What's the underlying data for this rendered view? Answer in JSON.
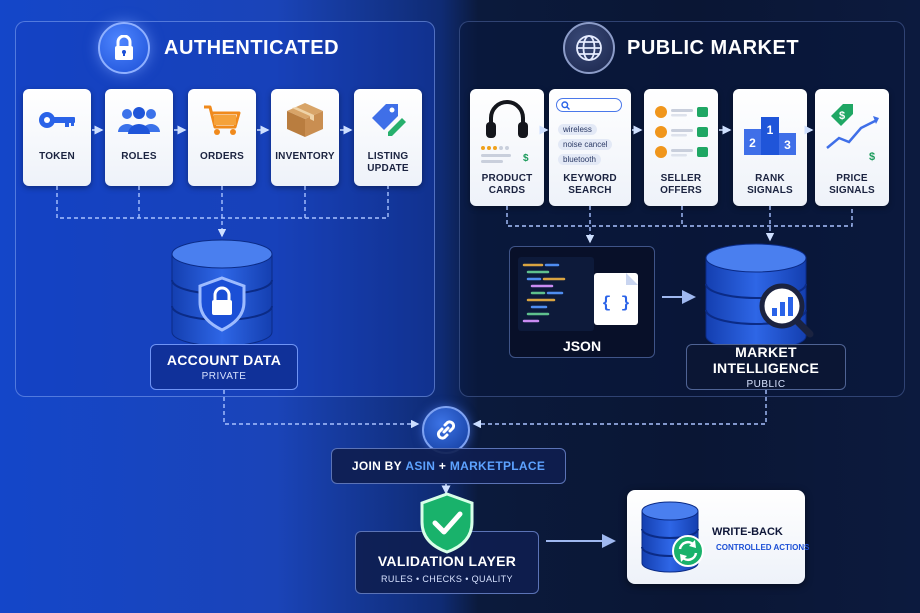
{
  "authenticated": {
    "title": "AUTHENTICATED",
    "steps": [
      {
        "label": "TOKEN",
        "icon": "key-icon"
      },
      {
        "label": "ROLES",
        "icon": "users-icon"
      },
      {
        "label": "ORDERS",
        "icon": "cart-icon"
      },
      {
        "label": "INVENTORY",
        "icon": "box-icon"
      },
      {
        "label": "LISTING\nUPDATE",
        "icon": "tag-edit-icon"
      }
    ],
    "store": {
      "title": "ACCOUNT DATA",
      "subtitle": "PRIVATE"
    }
  },
  "public_market": {
    "title": "PUBLIC MARKET",
    "sources": [
      {
        "label": "PRODUCT\nCARDS",
        "icon": "headphones-icon"
      },
      {
        "label": "KEYWORD\nSEARCH",
        "icon": "search-icon"
      },
      {
        "label": "SELLER\nOFFERS",
        "icon": "offers-list-icon"
      },
      {
        "label": "RANK\nSIGNALS",
        "icon": "podium-icon"
      },
      {
        "label": "PRICE\nSIGNALS",
        "icon": "price-chart-icon"
      }
    ],
    "keyword_chips": [
      "wireless",
      "noise cancel",
      "bluetooth"
    ],
    "json_label": "JSON",
    "store": {
      "title": "MARKET INTELLIGENCE",
      "subtitle": "PUBLIC"
    }
  },
  "join": {
    "prefix": "JOIN BY ",
    "key1": "ASIN",
    "plus": " + ",
    "key2": "MARKETPLACE"
  },
  "validation": {
    "title": "VALIDATION LAYER",
    "subtitle": "RULES • CHECKS • QUALITY"
  },
  "writeback": {
    "title": "WRITE-BACK",
    "subtitle": "CONTROLLED ACTIONS"
  },
  "colors": {
    "accent": "#1b4fd6",
    "highlight": "#5da2ff",
    "success": "#19b26b"
  }
}
